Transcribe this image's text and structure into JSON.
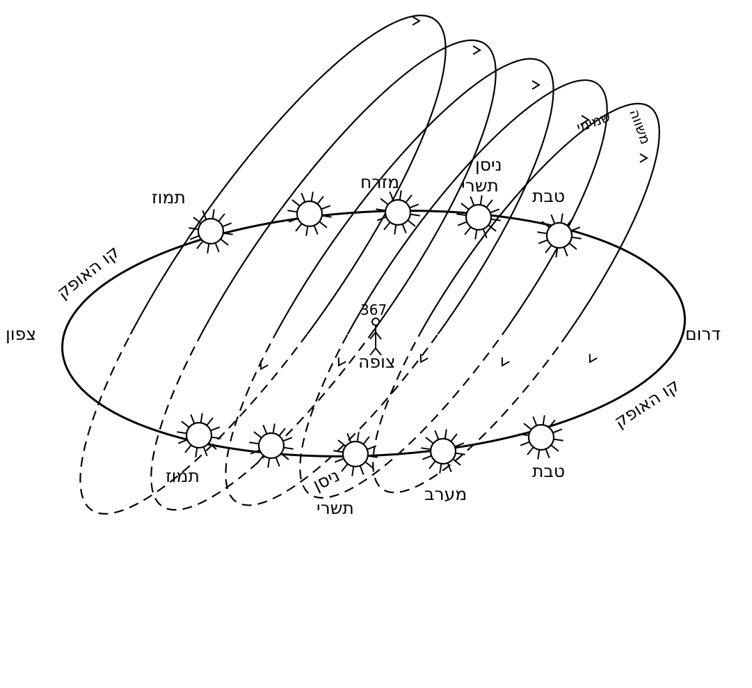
{
  "labels": {
    "north": "צפון",
    "south": "דרום",
    "east": "מזרח",
    "west": "מערב",
    "observer": "צופה",
    "observer_number": "367",
    "horizon": "קו האופק",
    "sky_dome": "שמימי",
    "equinox_line": "משווה",
    "tammuz": "תמוז",
    "nisan": "ניסן",
    "tishrei": "תשרי",
    "tevet": "טבת"
  },
  "colors": {
    "stroke": "#000000",
    "background": "#ffffff"
  },
  "icons": [
    "sun-icon",
    "arrow-icon",
    "observer-icon"
  ]
}
